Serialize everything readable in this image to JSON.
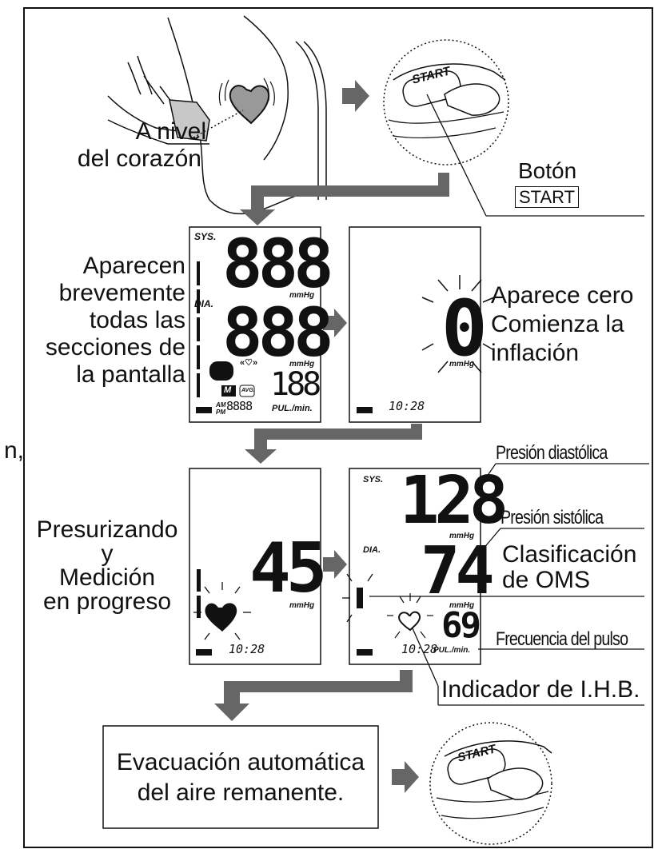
{
  "step1": {
    "level_label_line1": "A nivel",
    "level_label_line2": "del corazón",
    "button_caption": "Botón",
    "button_name": "START",
    "button_face": "START"
  },
  "step2": {
    "left_text": [
      "Aparecen",
      "brevemente",
      "todas las",
      "secciones de",
      "la pantalla"
    ],
    "right_text": [
      "Aparece cero",
      "Comienza la",
      "inflación"
    ],
    "lcd": {
      "sys_label": "SYS.",
      "dia_label": "DIA.",
      "digits_sys": "888",
      "digits_dia": "888",
      "unit": "mmHg",
      "pulse_digits": "188",
      "memory": "M",
      "avg": "AVG.",
      "am": "AM",
      "pm": "PM",
      "time_all": "8888",
      "pul_min": "PUL./min.",
      "zero": "0",
      "time": "10:28"
    }
  },
  "step3": {
    "left_text": [
      "Presurizando",
      "y",
      "Medición",
      "en progreso"
    ],
    "pressure": "45",
    "unit": "mmHg",
    "time": "10:28",
    "callouts": {
      "diastolic": "Presión diastólica",
      "systolic": "Presión sistólica",
      "who_line1": "Clasificación",
      "who_line2": "de OMS",
      "pulse": "Frecuencia del pulso",
      "ihb": "Indicador de I.H.B."
    },
    "result": {
      "sys_label": "SYS.",
      "dia_label": "DIA.",
      "sys": "128",
      "dia": "74",
      "pulse": "69",
      "unit": "mmHg",
      "pul_min": "PUL./min.",
      "time": "10:28"
    },
    "clipped_text": "n,"
  },
  "step4": {
    "box_line1": "Evacuación automática",
    "box_line2": "del aire remanente.",
    "button_face": "START"
  }
}
